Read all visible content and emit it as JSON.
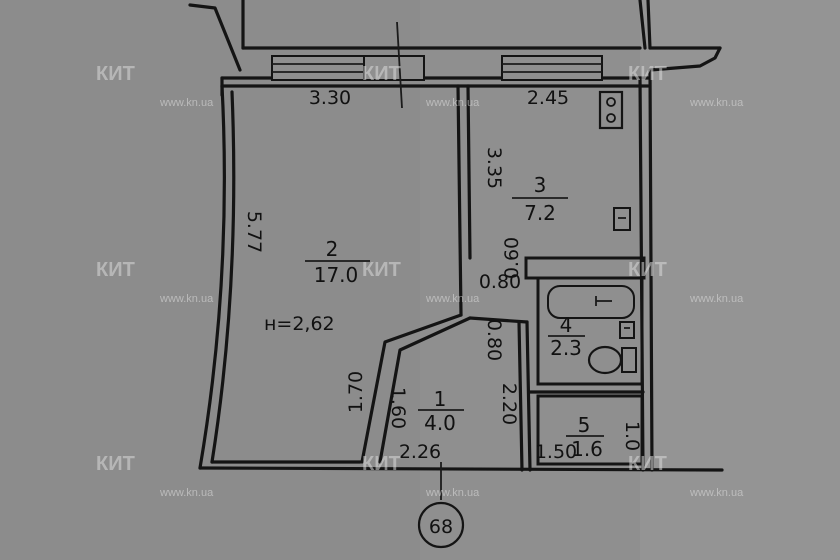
{
  "plan": {
    "building_number": "68",
    "ceiling_height": "н=2,62",
    "rooms": [
      {
        "id": "room-1",
        "number": "1",
        "area": "4.0"
      },
      {
        "id": "room-2",
        "number": "2",
        "area": "17.0"
      },
      {
        "id": "room-3",
        "number": "3",
        "area": "7.2"
      },
      {
        "id": "room-4",
        "number": "4",
        "area": "2.3"
      },
      {
        "id": "room-5",
        "number": "5",
        "area": "1.6"
      }
    ],
    "dimensions": {
      "room2_width": "3.30",
      "room2_length": "5.77",
      "room3_width": "2.45",
      "room3_length": "3.35",
      "hall_width": "2.26",
      "hall_left_lower": "1.60",
      "hall_left_upper": "1.70",
      "hall_depth": "2.20",
      "bath_door_a": "0.80",
      "bath_door_b": "0.60",
      "door_gap": "0.80",
      "wc_width": "1.50",
      "wc_depth": "1.0"
    }
  },
  "watermark": {
    "logo_text": "КИТ",
    "url_text": "www.kn.ua"
  },
  "colors": {
    "background": "#8f8f8f",
    "ink": "#141414",
    "watermark": "#d9d9d9"
  }
}
